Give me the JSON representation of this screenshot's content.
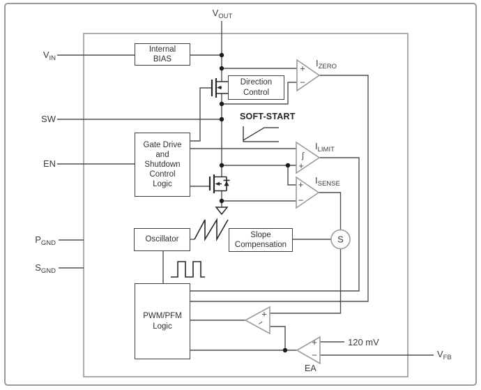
{
  "pins": {
    "vin": {
      "base": "V",
      "sub": "IN"
    },
    "vout": {
      "base": "V",
      "sub": "OUT"
    },
    "sw": {
      "base": "SW",
      "sub": ""
    },
    "en": {
      "base": "EN",
      "sub": ""
    },
    "pgnd": {
      "base": "P",
      "sub": "GND"
    },
    "sgnd": {
      "base": "S",
      "sub": "GND"
    },
    "vfb": {
      "base": "V",
      "sub": "FB"
    }
  },
  "blocks": {
    "internal_bias": {
      "line1": "Internal",
      "line2": "BIAS"
    },
    "direction_control": {
      "line1": "Direction",
      "line2": "Control"
    },
    "gate_drive": {
      "line1": "Gate Drive",
      "line2": "and",
      "line3": "Shutdown",
      "line4": "Control",
      "line5": "Logic"
    },
    "oscillator": {
      "line1": "Oscillator"
    },
    "slope_compensation": {
      "line1": "Slope",
      "line2": "Compensation"
    },
    "pwm_pfm_logic": {
      "line1": "PWM/PFM",
      "line2": "Logic"
    }
  },
  "comparators": {
    "izero": {
      "base": "I",
      "sub": "ZERO",
      "plus": "+",
      "minus": "−"
    },
    "ilimit": {
      "base": "I",
      "sub": "LIMIT",
      "plus": "+",
      "soft_start_mark": "ʃ"
    },
    "isense": {
      "base": "I",
      "sub": "SENSE",
      "plus": "+",
      "minus": "−"
    },
    "pwm_comparator": {
      "plus": "+",
      "wave_mark": "~"
    },
    "error_amp": {
      "label": "EA",
      "plus": "+",
      "minus": "−"
    }
  },
  "annotations": {
    "soft_start": "SOFT-START",
    "ref_voltage": "120 mV",
    "summing_node": "S"
  },
  "colors": {
    "wire": "#4d4d4d",
    "device_outline": "#262626",
    "comparator_outline": "#9a9a9a",
    "figure_border": "#999999"
  }
}
